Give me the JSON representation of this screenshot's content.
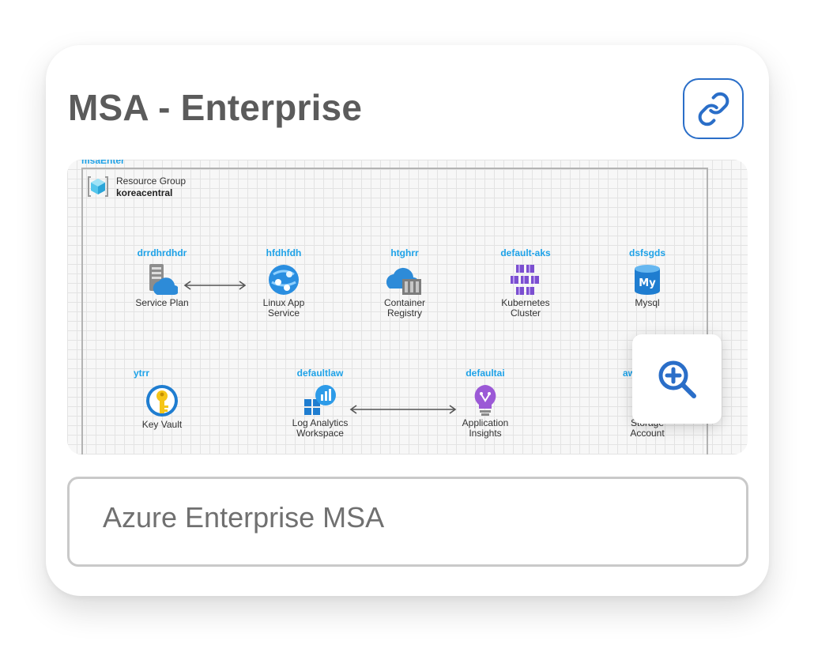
{
  "card": {
    "title": "MSA - Enterprise",
    "description": "Azure Enterprise MSA"
  },
  "colors": {
    "accent": "#2a6ec8",
    "node_name": "#1ea2e8",
    "title": "#5b5b5b"
  },
  "icons": {
    "link": "link-icon",
    "zoom": "zoom-in-icon"
  },
  "diagram": {
    "name": "msaEnter",
    "resource_group": {
      "label": "Resource Group",
      "region": "koreacentral"
    },
    "nodes": [
      {
        "name": "drrdhrdhdr",
        "label_lines": [
          "Service Plan"
        ],
        "icon": "service-plan-icon"
      },
      {
        "name": "hfdhfdh",
        "label_lines": [
          "Linux App",
          "Service"
        ],
        "icon": "app-service-icon"
      },
      {
        "name": "htghrr",
        "label_lines": [
          "Container",
          "Registry"
        ],
        "icon": "container-registry-icon"
      },
      {
        "name": "default-aks",
        "label_lines": [
          "Kubernetes",
          "Cluster"
        ],
        "icon": "kubernetes-icon"
      },
      {
        "name": "dsfsgds",
        "label_lines": [
          "Mysql"
        ],
        "icon": "mysql-icon"
      },
      {
        "name": "ytrr",
        "label_lines": [
          "Key Vault"
        ],
        "icon": "key-vault-icon"
      },
      {
        "name": "defaultlaw",
        "label_lines": [
          "Log Analytics",
          "Workspace"
        ],
        "icon": "log-analytics-icon"
      },
      {
        "name": "defaultai",
        "label_lines": [
          "Application",
          "Insights"
        ],
        "icon": "app-insights-icon"
      },
      {
        "name": "aw",
        "label_lines": [
          "Storage",
          "Account"
        ],
        "icon": "storage-account-icon"
      }
    ]
  }
}
